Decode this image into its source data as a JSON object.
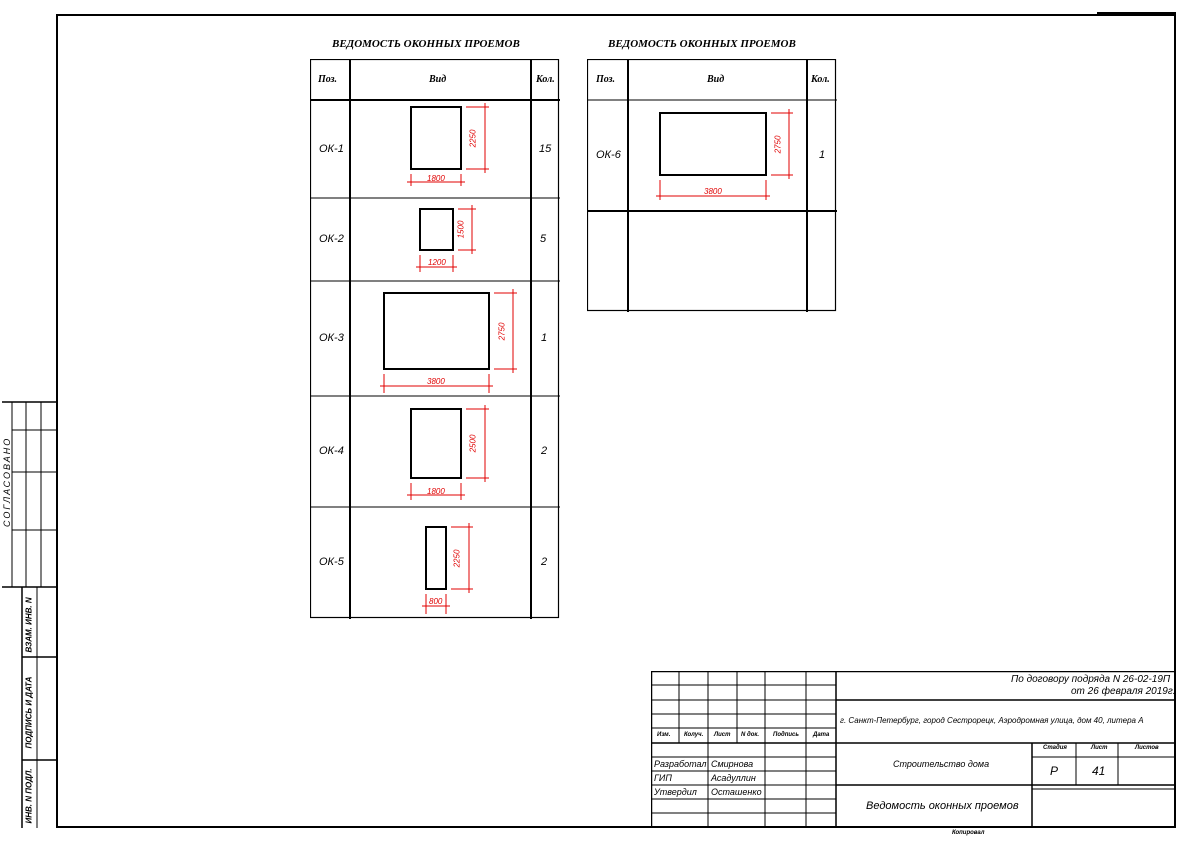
{
  "table1": {
    "title": "ВЕДОМОСТЬ ОКОННЫХ ПРОЕМОВ",
    "headers": {
      "pos": "Поз.",
      "view": "Вид",
      "qty": "Кол."
    },
    "rows": [
      {
        "pos": "ОК-1",
        "qty": "15",
        "width_label": "1800",
        "height_label": "2250"
      },
      {
        "pos": "ОК-2",
        "qty": "5",
        "width_label": "1200",
        "height_label": "1500"
      },
      {
        "pos": "ОК-3",
        "qty": "1",
        "width_label": "3800",
        "height_label": "2750"
      },
      {
        "pos": "ОК-4",
        "qty": "2",
        "width_label": "1800",
        "height_label": "2500"
      },
      {
        "pos": "ОК-5",
        "qty": "2",
        "width_label": "800",
        "height_label": "2250"
      }
    ]
  },
  "table2": {
    "title": "ВЕДОМОСТЬ ОКОННЫХ ПРОЕМОВ",
    "headers": {
      "pos": "Поз.",
      "view": "Вид",
      "qty": "Кол."
    },
    "rows": [
      {
        "pos": "ОК-6",
        "qty": "1",
        "width_label": "3800",
        "height_label": "2750"
      }
    ]
  },
  "sidebar": {
    "agreed": "СОГЛАСОВАНО",
    "inv_replace": "ВЗАМ. ИНВ. N",
    "sign_date": "ПОДПИСЬ И ДАТА",
    "inv_orig": "ИНВ. N ПОДЛ."
  },
  "title_block": {
    "contract_line1": "По договору подряда N 26-02-19П",
    "contract_line2": "от 26 февраля 2019г.",
    "address": "г. Санкт-Петербург, город Сестрорецк, Аэродромная улица, дом 40, литера А",
    "header_cells": [
      "Изм.",
      "Колуч.",
      "Лист",
      "N док.",
      "Подпись",
      "Дата"
    ],
    "people": [
      {
        "role": "Разработал",
        "name": "Смирнова"
      },
      {
        "role": "ГИП",
        "name": "Асадуллин"
      },
      {
        "role": "Утвердил",
        "name": "Осташенко"
      }
    ],
    "project": "Строительство дома",
    "stage_label": "Стадия",
    "sheet_label": "Лист",
    "sheets_label": "Листов",
    "stage": "Р",
    "sheet": "41",
    "sheet_title": "Ведомость оконных проемов",
    "format": "Копировал"
  }
}
